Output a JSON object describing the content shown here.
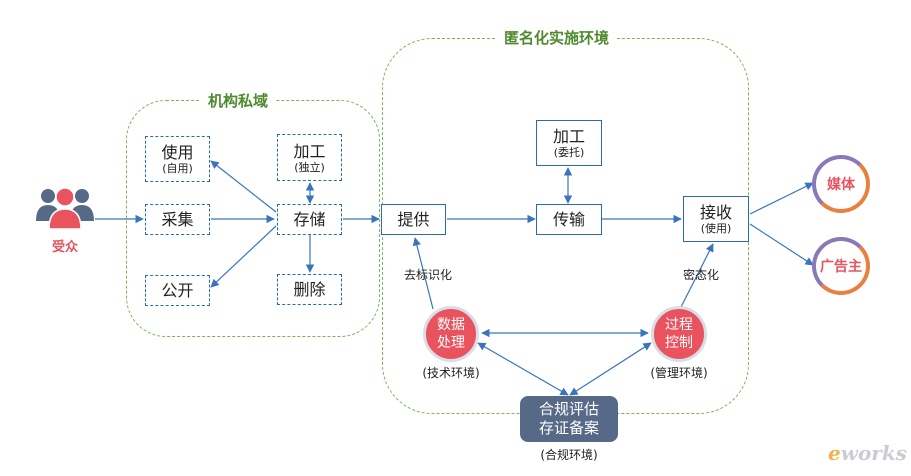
{
  "regions": {
    "private_title": "机构私域",
    "anon_title": "匿名化实施环境"
  },
  "user": {
    "label": "受众"
  },
  "private_nodes": {
    "use": {
      "main": "使用",
      "sub": "(自用)"
    },
    "collect": {
      "main": "采集"
    },
    "publish": {
      "main": "公开"
    },
    "process": {
      "main": "加工",
      "sub": "(独立)"
    },
    "store": {
      "main": "存储"
    },
    "delete": {
      "main": "删除"
    }
  },
  "anon_nodes": {
    "provide": {
      "main": "提供"
    },
    "process_entrusted": {
      "main": "加工",
      "sub": "(委托)"
    },
    "transfer": {
      "main": "传输"
    },
    "receive": {
      "main": "接收",
      "sub": "(使用)"
    }
  },
  "circles": {
    "data_processing": {
      "line1": "数据",
      "line2": "处理",
      "caption": "(技术环境)"
    },
    "process_control": {
      "line1": "过程",
      "line2": "控制",
      "caption": "(管理环境)"
    }
  },
  "edge_labels": {
    "deidentify": "去标识化",
    "encrypt": "密态化"
  },
  "compliance": {
    "line1": "合规评估",
    "line2": "存证备案",
    "caption": "(合规环境)"
  },
  "recipients": {
    "media": "媒体",
    "advertiser": "广告主"
  },
  "logo": {
    "prefix": "e",
    "text": "works"
  }
}
